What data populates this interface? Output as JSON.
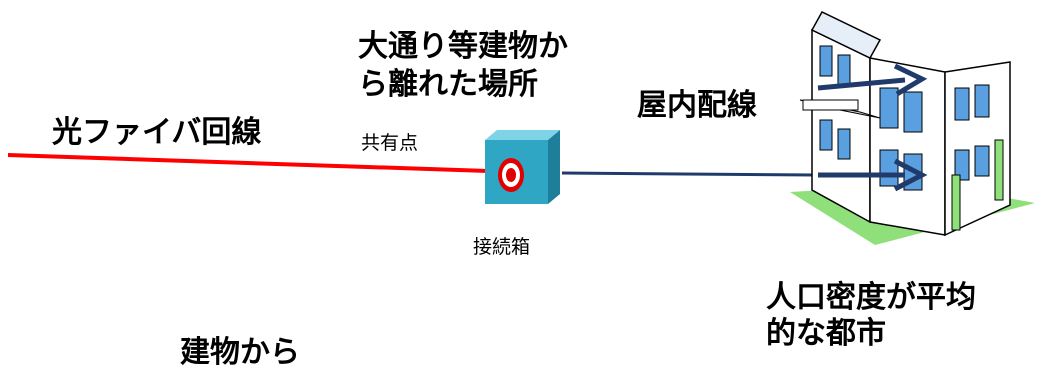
{
  "labels": {
    "fiber_line": "光ファイバ回線",
    "main_street_line1": "大通り等建物か",
    "main_street_line2": "ら離れた場所",
    "shared_point": "共有点",
    "indoor_wiring": "屋内配線",
    "junction_box": "接続箱",
    "city_line1": "人口密度が平均",
    "city_line2": "的な都市",
    "partial_bottom": "建物から"
  },
  "colors": {
    "fiber": "#ff0000",
    "indoor_cable": "#1f3a6b",
    "arrow": "#1f3a6b",
    "box_face": "#2fa6c4",
    "box_top": "#7fd3e6",
    "box_side": "#1d7f9a",
    "target_red": "#e00000",
    "lawn": "#8fe07a",
    "building_wall": "#ffffff",
    "window": "#5aa0e0"
  }
}
